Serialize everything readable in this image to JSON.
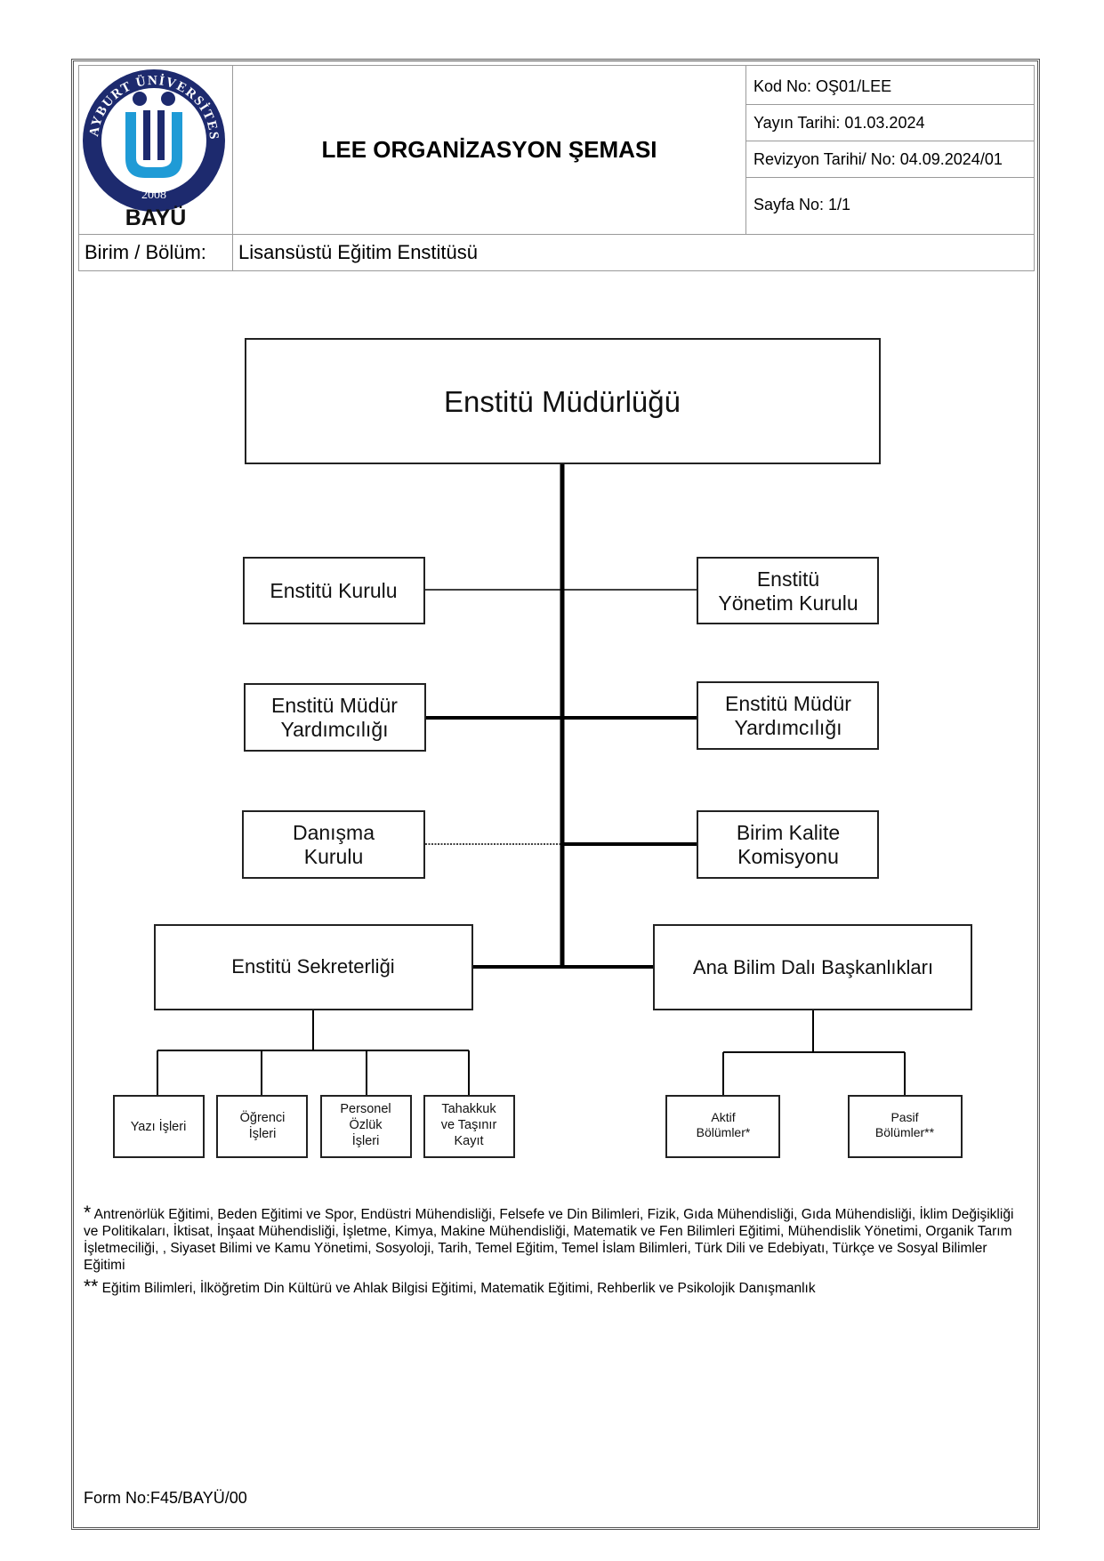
{
  "header": {
    "logo": {
      "ring_text": "BAYBURT ÜNİVERSİTESİ",
      "year": "2008",
      "abbr": "BAYÜ",
      "colors": {
        "ring": "#1d2a6e",
        "emblem": "#1f9bd6"
      }
    },
    "title": "LEE ORGANİZASYON ŞEMASI",
    "meta": [
      "Kod No: OŞ01/LEE",
      "Yayın Tarihi: 01.03.2024",
      "Revizyon Tarihi/ No: 04.09.2024/01",
      "Sayfa No: 1/1"
    ],
    "unit_label": "Birim / Bölüm:",
    "unit_value": "Lisansüstü Eğitim Enstitüsü"
  },
  "org_chart": {
    "top": "Enstitü Müdürlüğü",
    "boards": {
      "left": "Enstitü Kurulu",
      "right": [
        "Enstitü",
        "Yönetim Kurulu"
      ]
    },
    "deputies": {
      "left": [
        "Enstitü Müdür",
        "Yardımcılığı"
      ],
      "right": [
        "Enstitü Müdür",
        "Yardımcılığı"
      ]
    },
    "advisory": {
      "left": [
        "Danışma",
        "Kurulu"
      ],
      "right": [
        "Birim Kalite",
        "Komisyonu"
      ]
    },
    "secretariat": {
      "label": "Enstitü Sekreterliği",
      "children": [
        [
          "Yazı İşleri"
        ],
        [
          "Öğrenci",
          "İşleri"
        ],
        [
          "Personel",
          "Özlük",
          "İşleri"
        ],
        [
          "Tahakkuk",
          "ve Taşınır",
          "Kayıt"
        ]
      ]
    },
    "departments": {
      "label": "Ana Bilim Dalı Başkanlıkları",
      "children": [
        [
          "Aktif",
          "Bölümler*"
        ],
        [
          "Pasif",
          "Bölümler**"
        ]
      ]
    }
  },
  "footnotes": {
    "active_mark": "*",
    "active_text": "Antrenörlük Eğitimi, Beden Eğitimi ve Spor, Endüstri Mühendisliği, Felsefe ve Din Bilimleri, Fizik, Gıda Mühendisliği, Gıda Mühendisliği, İklim Değişikliği ve Politikaları, İktisat, İnşaat Mühendisliği, İşletme, Kimya, Makine Mühendisliği, Matematik ve Fen Bilimleri Eğitimi, Mühendislik Yönetimi, Organik Tarım İşletmeciliği, , Siyaset Bilimi ve Kamu Yönetimi, Sosyoloji, Tarih, Temel Eğitim, Temel İslam Bilimleri, Türk Dili ve Edebiyatı, Türkçe ve Sosyal Bilimler Eğitimi",
    "passive_mark": "**",
    "passive_text": "Eğitim Bilimleri, İlköğretim Din Kültürü ve Ahlak Bilgisi Eğitimi, Matematik Eğitimi, Rehberlik ve Psikolojik Danışmanlık"
  },
  "form_no": "Form No:F45/BAYÜ/00"
}
